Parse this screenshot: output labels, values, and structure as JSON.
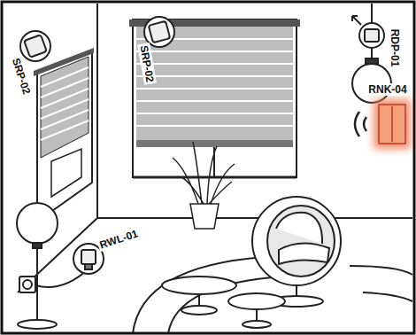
{
  "diagram": {
    "labels": [
      "SRP-02",
      "RDP-01",
      "RNK-04",
      "SRP-02",
      "RWL-01"
    ]
  }
}
